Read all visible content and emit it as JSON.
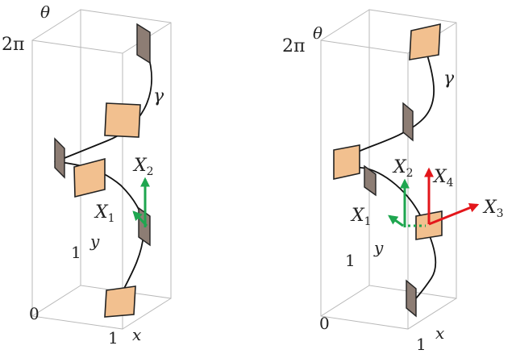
{
  "left_panel": {
    "axis_labels": {
      "theta": "θ",
      "two_pi": "2π",
      "zero": "0",
      "one_y": "1",
      "y": "y",
      "one_x": "1",
      "x": "x"
    },
    "curve_label": "γ",
    "vectors": [
      {
        "name": "X",
        "sub": "1",
        "color": "#1ea64f"
      },
      {
        "name": "X",
        "sub": "2",
        "color": "#1ea64f"
      }
    ]
  },
  "right_panel": {
    "axis_labels": {
      "theta": "θ",
      "two_pi": "2π",
      "zero": "0",
      "one_y": "1",
      "y": "y",
      "one_x": "1",
      "x": "x"
    },
    "curve_label": "γ",
    "vectors": [
      {
        "name": "X",
        "sub": "1",
        "color": "#1ea64f"
      },
      {
        "name": "X",
        "sub": "2",
        "color": "#1ea64f"
      },
      {
        "name": "X",
        "sub": "3",
        "color": "#e3161b"
      },
      {
        "name": "X",
        "sub": "4",
        "color": "#e3161b"
      }
    ]
  },
  "colors": {
    "square_light": "#f2c08f",
    "square_dark": "#8d7d74",
    "green": "#1ea64f",
    "red": "#e3161b"
  }
}
